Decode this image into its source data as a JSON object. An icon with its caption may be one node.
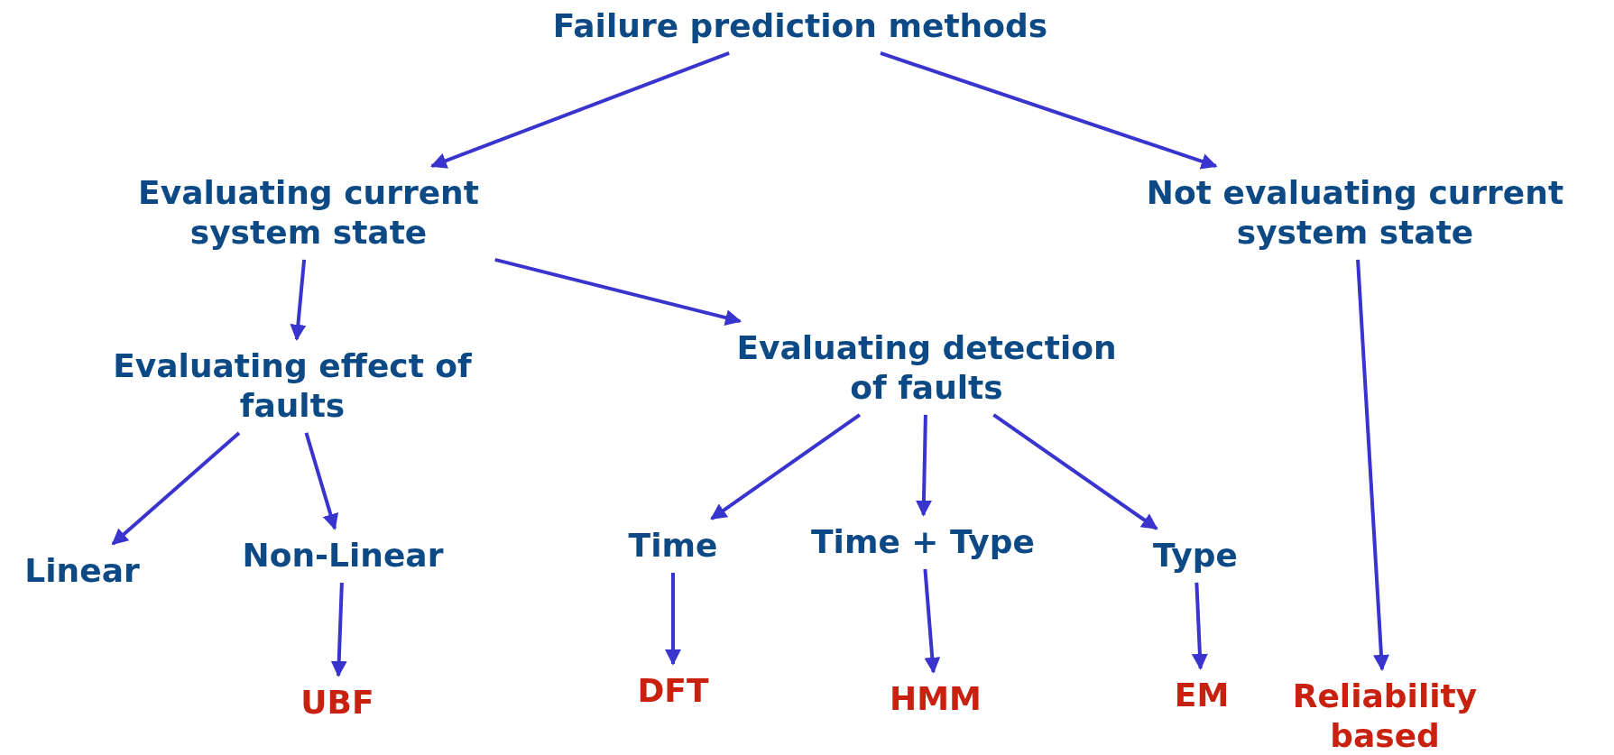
{
  "diagram": {
    "nodes": [
      {
        "text": [
          "Failure prediction methods"
        ]
      },
      {
        "text": [
          "Evaluating current system state"
        ]
      },
      {
        "text": [
          "Not evaluating current system state"
        ]
      },
      {
        "text": [
          "Evaluating effect of faults"
        ]
      },
      {
        "text": [
          "Evaluating detection of faults"
        ]
      },
      {
        "text": [
          "Linear"
        ]
      },
      {
        "text": [
          "Non-Linear"
        ]
      },
      {
        "text": [
          "Time"
        ]
      },
      {
        "text": [
          "Time + Type"
        ]
      },
      {
        "text": [
          "Type"
        ]
      },
      {
        "text": [
          "UBF"
        ]
      },
      {
        "text": [
          "DFT"
        ]
      },
      {
        "text": [
          "HMM"
        ]
      },
      {
        "text": [
          "EM"
        ]
      },
      {
        "text": [
          "Reliability based"
        ]
      }
    ],
    "edges": [
      {
        "from": 0,
        "to": 1,
        "arrow": "to"
      },
      {
        "from": 0,
        "to": 2,
        "arrow": "to"
      },
      {
        "from": 1,
        "to": 3,
        "arrow": "to"
      },
      {
        "from": 1,
        "to": 4,
        "arrow": "to"
      },
      {
        "from": 3,
        "to": 5,
        "arrow": "to"
      },
      {
        "from": 3,
        "to": 6,
        "arrow": "to"
      },
      {
        "from": 4,
        "to": 7,
        "arrow": "to"
      },
      {
        "from": 4,
        "to": 8,
        "arrow": "to"
      },
      {
        "from": 4,
        "to": 9,
        "arrow": "to"
      },
      {
        "from": 6,
        "to": 10,
        "arrow": "to"
      },
      {
        "from": 7,
        "to": 11,
        "arrow": "to"
      },
      {
        "from": 8,
        "to": 12,
        "arrow": "to"
      },
      {
        "from": 9,
        "to": 13,
        "arrow": "to"
      },
      {
        "from": 2,
        "to": 14,
        "arrow": "to"
      }
    ]
  }
}
